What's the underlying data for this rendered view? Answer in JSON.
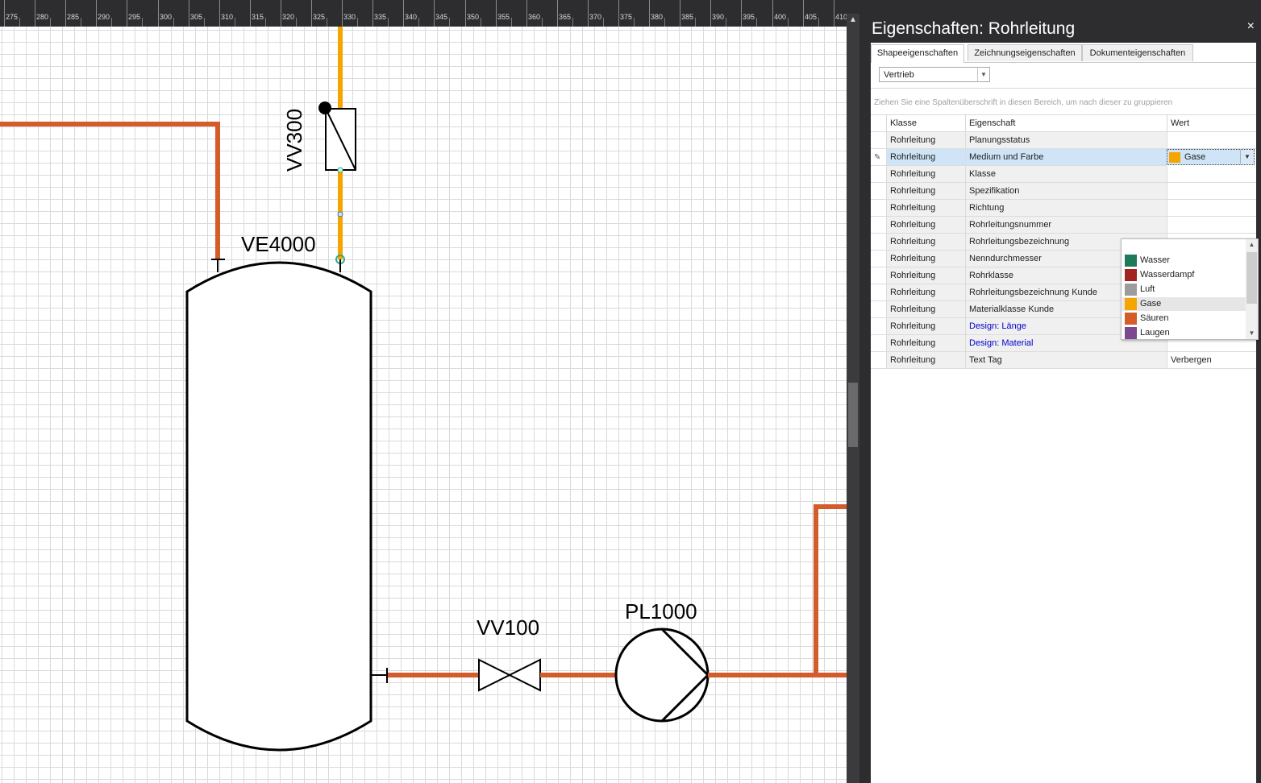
{
  "ruler": {
    "labels": [
      "275",
      "280",
      "285",
      "290",
      "295",
      "300",
      "305",
      "310",
      "315",
      "320",
      "325",
      "330",
      "335",
      "340",
      "345",
      "350",
      "355",
      "360",
      "365",
      "370",
      "375",
      "380",
      "385",
      "390",
      "395",
      "400",
      "405",
      "410"
    ]
  },
  "diagram": {
    "vessel_label": "VE4000",
    "valve_vertical_label": "VV300",
    "valve_label": "VV100",
    "pump_label": "PL1000",
    "colors": {
      "pipe_acid": "#d35c2a",
      "pipe_gas": "#f5a500",
      "outline": "#000000"
    }
  },
  "panel": {
    "title": "Eigenschaften: Rohrleitung",
    "close": "×",
    "tabs": [
      "Shapeeigenschaften",
      "Zeichnungseigenschaften",
      "Dokumenteigenschaften"
    ],
    "active_tab": 0,
    "filter_value": "Vertrieb",
    "group_hint": "Ziehen Sie eine Spaltenüberschrift in diesen Bereich, um nach dieser zu gruppieren",
    "columns": {
      "klasse": "Klasse",
      "eigenschaft": "Eigenschaft",
      "wert": "Wert"
    },
    "rows": [
      {
        "klasse": "Rohrleitung",
        "eigenschaft": "Planungsstatus",
        "wert": ""
      },
      {
        "klasse": "Rohrleitung",
        "eigenschaft": "Medium und Farbe",
        "wert": "Gase"
      },
      {
        "klasse": "Rohrleitung",
        "eigenschaft": "Klasse",
        "wert": ""
      },
      {
        "klasse": "Rohrleitung",
        "eigenschaft": "Spezifikation",
        "wert": ""
      },
      {
        "klasse": "Rohrleitung",
        "eigenschaft": "Richtung",
        "wert": ""
      },
      {
        "klasse": "Rohrleitung",
        "eigenschaft": "Rohrleitungsnummer",
        "wert": ""
      },
      {
        "klasse": "Rohrleitung",
        "eigenschaft": "Rohrleitungsbezeichnung",
        "wert": ""
      },
      {
        "klasse": "Rohrleitung",
        "eigenschaft": "Nenndurchmesser",
        "wert": ""
      },
      {
        "klasse": "Rohrleitung",
        "eigenschaft": "Rohrklasse",
        "wert": ""
      },
      {
        "klasse": "Rohrleitung",
        "eigenschaft": "Rohrleitungsbezeichnung Kunde",
        "wert": ""
      },
      {
        "klasse": "Rohrleitung",
        "eigenschaft": "Materialklasse Kunde",
        "wert": ""
      },
      {
        "klasse": "Rohrleitung",
        "eigenschaft": "Design: Länge",
        "wert": "",
        "link": true
      },
      {
        "klasse": "Rohrleitung",
        "eigenschaft": "Design: Material",
        "wert": "",
        "link": true
      },
      {
        "klasse": "Rohrleitung",
        "eigenschaft": "Text Tag",
        "wert": "Verbergen"
      }
    ],
    "selected_row": 1,
    "editor": {
      "value": "Gase",
      "color": "#f5a500"
    },
    "dropdown_options": [
      {
        "label": "Wasser",
        "color": "#1e7b5a"
      },
      {
        "label": "Wasserdampf",
        "color": "#a32222"
      },
      {
        "label": "Luft",
        "color": "#9c9c9c"
      },
      {
        "label": "Gase",
        "color": "#f5a500",
        "highlighted": true
      },
      {
        "label": "Säuren",
        "color": "#d35c2a"
      },
      {
        "label": "Laugen",
        "color": "#7b4a8e"
      }
    ]
  }
}
